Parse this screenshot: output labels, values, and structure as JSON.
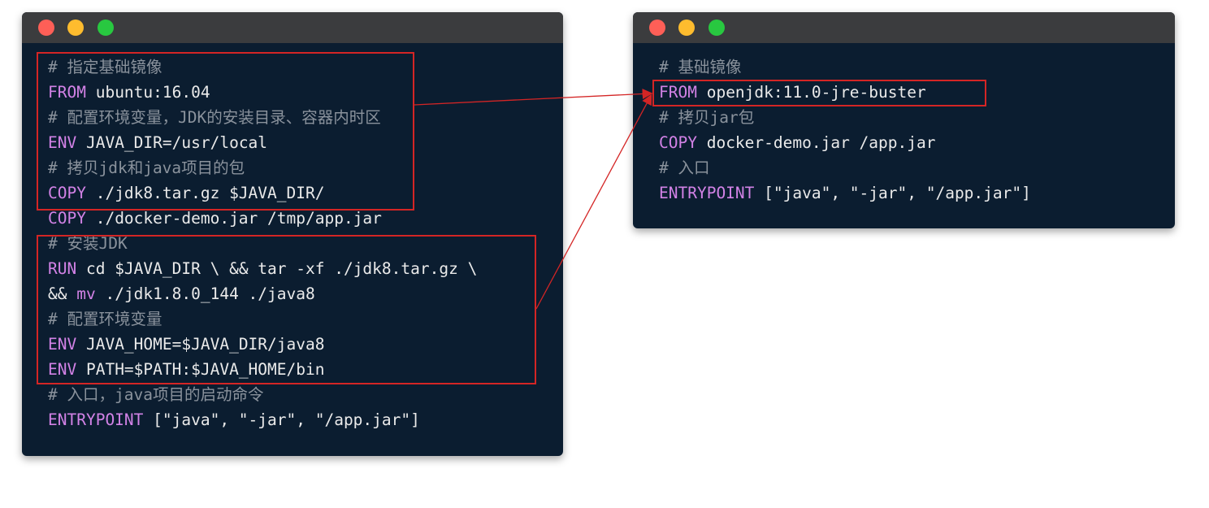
{
  "left_window": {
    "lines": [
      {
        "segments": [
          {
            "t": "# 指定基础镜像",
            "k": "comment"
          }
        ]
      },
      {
        "segments": [
          {
            "t": "FROM",
            "k": "kw"
          },
          {
            "t": " ubuntu:16.04",
            "k": "text"
          }
        ]
      },
      {
        "segments": [
          {
            "t": "# 配置环境变量，JDK的安装目录、容器内时区",
            "k": "comment"
          }
        ]
      },
      {
        "segments": [
          {
            "t": "ENV",
            "k": "kw"
          },
          {
            "t": " JAVA_DIR=/usr/local",
            "k": "text"
          }
        ]
      },
      {
        "segments": [
          {
            "t": "# 拷贝jdk和java项目的包",
            "k": "comment"
          }
        ]
      },
      {
        "segments": [
          {
            "t": "COPY",
            "k": "kw"
          },
          {
            "t": " ./jdk8.tar.gz $JAVA_DIR/",
            "k": "text"
          }
        ]
      },
      {
        "segments": [
          {
            "t": "COPY",
            "k": "kw"
          },
          {
            "t": " ./docker-demo.jar /tmp/app.jar",
            "k": "text"
          }
        ]
      },
      {
        "segments": [
          {
            "t": "# 安装JDK",
            "k": "comment"
          }
        ]
      },
      {
        "segments": [
          {
            "t": "RUN",
            "k": "kw"
          },
          {
            "t": " cd $JAVA_DIR \\ && tar -xf ./jdk8.tar.gz \\",
            "k": "text"
          }
        ]
      },
      {
        "segments": [
          {
            "t": "&& ",
            "k": "text"
          },
          {
            "t": "mv",
            "k": "kw"
          },
          {
            "t": " ./jdk1.8.0_144 ./java8",
            "k": "text"
          }
        ]
      },
      {
        "segments": [
          {
            "t": "# 配置环境变量",
            "k": "comment"
          }
        ]
      },
      {
        "segments": [
          {
            "t": "ENV",
            "k": "kw"
          },
          {
            "t": " JAVA_HOME=$JAVA_DIR/java8",
            "k": "text"
          }
        ]
      },
      {
        "segments": [
          {
            "t": "ENV",
            "k": "kw"
          },
          {
            "t": " PATH=$PATH:$JAVA_HOME/bin",
            "k": "text"
          }
        ]
      },
      {
        "segments": [
          {
            "t": "# 入口，java项目的启动命令",
            "k": "comment"
          }
        ]
      },
      {
        "segments": [
          {
            "t": "ENTRYPOINT",
            "k": "kw"
          },
          {
            "t": " [\"java\", \"-jar\", \"/app.jar\"]",
            "k": "text"
          }
        ]
      }
    ]
  },
  "right_window": {
    "lines": [
      {
        "segments": [
          {
            "t": "# 基础镜像",
            "k": "comment"
          }
        ]
      },
      {
        "segments": [
          {
            "t": "FROM",
            "k": "kw"
          },
          {
            "t": " openjdk:11.0-jre-buster",
            "k": "text"
          }
        ]
      },
      {
        "segments": [
          {
            "t": "# 拷贝jar包",
            "k": "comment"
          }
        ]
      },
      {
        "segments": [
          {
            "t": "COPY",
            "k": "kw"
          },
          {
            "t": " docker-demo.jar /app.jar",
            "k": "text"
          }
        ]
      },
      {
        "segments": [
          {
            "t": "# 入口",
            "k": "comment"
          }
        ]
      },
      {
        "segments": [
          {
            "t": "ENTRYPOINT",
            "k": "kw"
          },
          {
            "t": " [\"java\", \"-jar\", \"/app.jar\"]",
            "k": "text"
          }
        ]
      }
    ]
  },
  "colors": {
    "window_bg": "#0b1d30",
    "titlebar": "#3b3c3e",
    "keyword": "#d282e6",
    "comment": "#8a929c",
    "text": "#eaeaea",
    "highlight": "#d42525"
  }
}
